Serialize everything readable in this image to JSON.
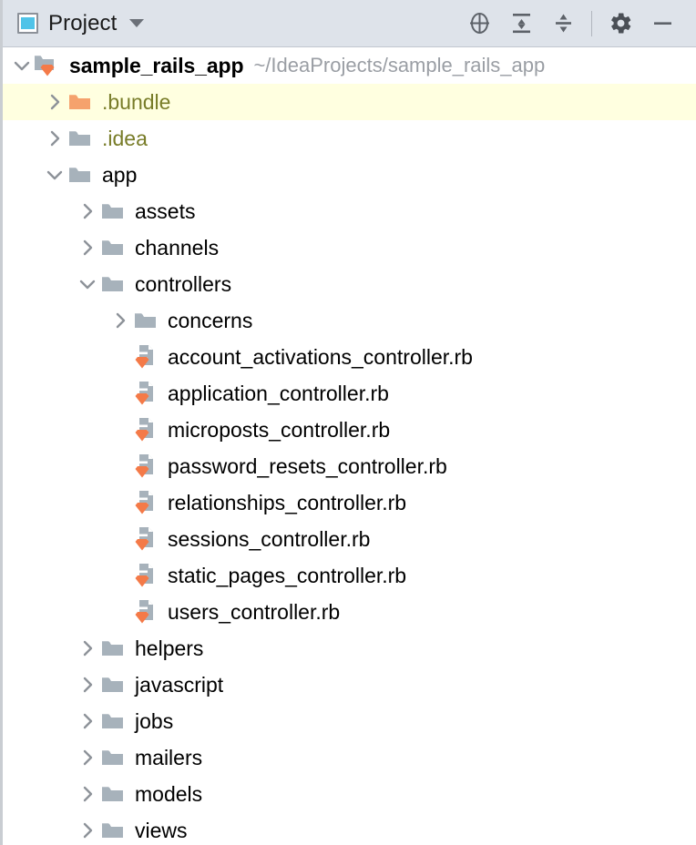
{
  "toolbar": {
    "title": "Project",
    "icons": {
      "project_square": "project-view-icon",
      "dropdown": "chevron-down-icon",
      "locate": "locate-crosshair-icon",
      "expand_all": "expand-all-icon",
      "collapse_all": "collapse-all-icon",
      "settings": "gear-icon",
      "minimize": "minimize-icon"
    }
  },
  "tree": {
    "rows": [
      {
        "label": "sample_rails_app",
        "path": "~/IdeaProjects/sample_rails_app",
        "depth": 0,
        "twisty": "expanded",
        "icon": "folder-module-badge",
        "style": "root",
        "highlight": false
      },
      {
        "label": ".bundle",
        "path": "",
        "depth": 1,
        "twisty": "collapsed",
        "icon": "folder-excluded",
        "style": "excluded",
        "highlight": true
      },
      {
        "label": ".idea",
        "path": "",
        "depth": 1,
        "twisty": "collapsed",
        "icon": "folder",
        "style": "excluded",
        "highlight": false
      },
      {
        "label": "app",
        "path": "",
        "depth": 1,
        "twisty": "expanded",
        "icon": "folder",
        "style": "normal",
        "highlight": false
      },
      {
        "label": "assets",
        "path": "",
        "depth": 2,
        "twisty": "collapsed",
        "icon": "folder",
        "style": "normal",
        "highlight": false
      },
      {
        "label": "channels",
        "path": "",
        "depth": 2,
        "twisty": "collapsed",
        "icon": "folder",
        "style": "normal",
        "highlight": false
      },
      {
        "label": "controllers",
        "path": "",
        "depth": 2,
        "twisty": "expanded",
        "icon": "folder",
        "style": "normal",
        "highlight": false
      },
      {
        "label": "concerns",
        "path": "",
        "depth": 3,
        "twisty": "collapsed",
        "icon": "folder",
        "style": "normal",
        "highlight": false
      },
      {
        "label": "account_activations_controller.rb",
        "path": "",
        "depth": 3,
        "twisty": "none",
        "icon": "ruby-file",
        "style": "normal",
        "highlight": false
      },
      {
        "label": "application_controller.rb",
        "path": "",
        "depth": 3,
        "twisty": "none",
        "icon": "ruby-file",
        "style": "normal",
        "highlight": false
      },
      {
        "label": "microposts_controller.rb",
        "path": "",
        "depth": 3,
        "twisty": "none",
        "icon": "ruby-file",
        "style": "normal",
        "highlight": false
      },
      {
        "label": "password_resets_controller.rb",
        "path": "",
        "depth": 3,
        "twisty": "none",
        "icon": "ruby-file",
        "style": "normal",
        "highlight": false
      },
      {
        "label": "relationships_controller.rb",
        "path": "",
        "depth": 3,
        "twisty": "none",
        "icon": "ruby-file",
        "style": "normal",
        "highlight": false
      },
      {
        "label": "sessions_controller.rb",
        "path": "",
        "depth": 3,
        "twisty": "none",
        "icon": "ruby-file",
        "style": "normal",
        "highlight": false
      },
      {
        "label": "static_pages_controller.rb",
        "path": "",
        "depth": 3,
        "twisty": "none",
        "icon": "ruby-file",
        "style": "normal",
        "highlight": false
      },
      {
        "label": "users_controller.rb",
        "path": "",
        "depth": 3,
        "twisty": "none",
        "icon": "ruby-file",
        "style": "normal",
        "highlight": false
      },
      {
        "label": "helpers",
        "path": "",
        "depth": 2,
        "twisty": "collapsed",
        "icon": "folder",
        "style": "normal",
        "highlight": false
      },
      {
        "label": "javascript",
        "path": "",
        "depth": 2,
        "twisty": "collapsed",
        "icon": "folder",
        "style": "normal",
        "highlight": false
      },
      {
        "label": "jobs",
        "path": "",
        "depth": 2,
        "twisty": "collapsed",
        "icon": "folder",
        "style": "normal",
        "highlight": false
      },
      {
        "label": "mailers",
        "path": "",
        "depth": 2,
        "twisty": "collapsed",
        "icon": "folder",
        "style": "normal",
        "highlight": false
      },
      {
        "label": "models",
        "path": "",
        "depth": 2,
        "twisty": "collapsed",
        "icon": "folder",
        "style": "normal",
        "highlight": false
      },
      {
        "label": "views",
        "path": "",
        "depth": 2,
        "twisty": "collapsed",
        "icon": "folder",
        "style": "normal",
        "highlight": false
      }
    ]
  },
  "colors": {
    "header_bg": "#dee3ea",
    "highlight_row": "#ffffe0",
    "folder_gray": "#a7b2bb",
    "folder_orange": "#f5a26d",
    "badge_orange": "#f47a48",
    "excluded_text": "#787c28",
    "path_text": "#9a9ea4",
    "accent_cyan": "#4fc3e8"
  }
}
